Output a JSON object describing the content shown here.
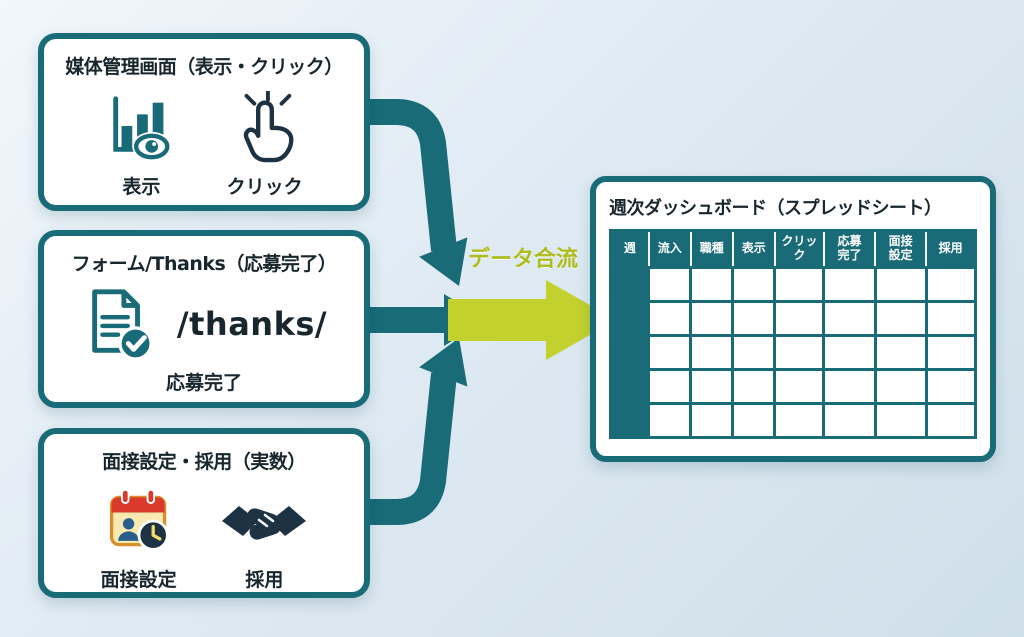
{
  "colors": {
    "teal": "#186b77",
    "lime": "#c2d12e",
    "navy": "#1d3242",
    "accent_red": "#d93a2b",
    "background": "#dfeaf3"
  },
  "merge": {
    "label": "データ合流"
  },
  "sources": [
    {
      "title": "媒体管理画面（表示・クリック）",
      "items": [
        {
          "icon": "bar-chart-eye-icon",
          "label": "表示"
        },
        {
          "icon": "click-hand-icon",
          "label": "クリック"
        }
      ]
    },
    {
      "title": "フォーム/Thanks（応募完了）",
      "path_text": "/thanks/",
      "caption": "応募完了",
      "items": [
        {
          "icon": "document-check-icon"
        }
      ]
    },
    {
      "title": "面接設定・採用（実数）",
      "items": [
        {
          "icon": "calendar-clock-icon",
          "label": "面接設定"
        },
        {
          "icon": "handshake-icon",
          "label": "採用"
        }
      ]
    }
  ],
  "dashboard": {
    "title": "週次ダッシュボード（スプレッドシート）",
    "columns": [
      "週",
      "流入",
      "職種",
      "表示",
      "クリック",
      "応募\n完了",
      "面接\n設定",
      "採用"
    ],
    "row_count": 5
  }
}
